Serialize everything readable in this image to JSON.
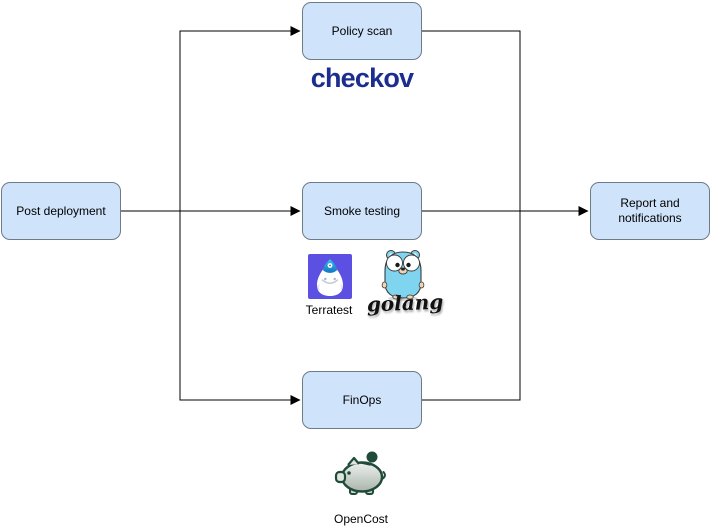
{
  "diagram": {
    "nodes": {
      "post_deployment": {
        "label": "Post deployment"
      },
      "policy_scan": {
        "label": "Policy scan"
      },
      "smoke_testing": {
        "label": "Smoke testing"
      },
      "finops": {
        "label": "FinOps"
      },
      "report": {
        "label": "Report and notifications"
      }
    },
    "logos": {
      "checkov": {
        "label": "checkov"
      },
      "terratest": {
        "label": "Terratest"
      },
      "golang": {
        "label": "golang"
      },
      "opencost": {
        "label": "OpenCost"
      }
    },
    "colors": {
      "node_fill": "#cfe3fb",
      "node_border": "#6e7b88",
      "connector": "#000000",
      "checkov_blue": "#1b2e8f",
      "terratest_purple": "#5b50e2",
      "gopher_blue": "#7fd4f0",
      "opencost_green": "#204b38"
    }
  }
}
